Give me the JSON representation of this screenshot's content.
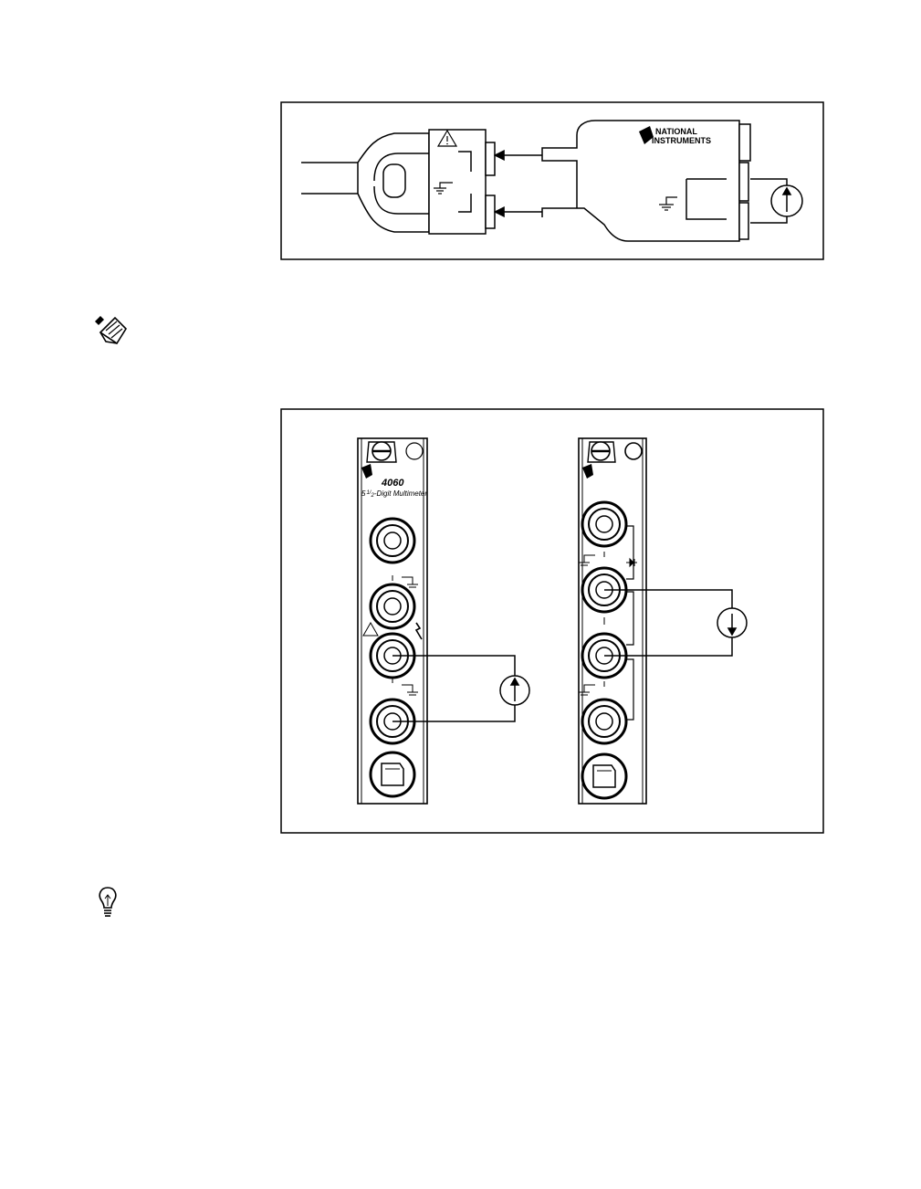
{
  "figure_top": {
    "brand_line1": "NATIONAL",
    "brand_line2": "INSTRUMENTS"
  },
  "figure_bottom": {
    "model": "4060",
    "subtitle_prefix": "5",
    "subtitle_frac_num": "1",
    "subtitle_frac_den": "2",
    "subtitle_suffix": "-Digit Multimeter"
  },
  "icons": {
    "note": "note-pad-icon",
    "tip": "lightbulb-icon"
  }
}
